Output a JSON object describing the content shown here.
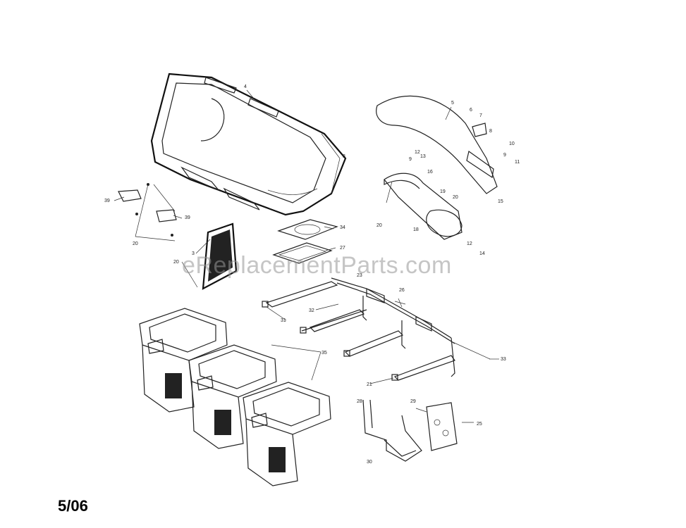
{
  "watermark": "eReplacementParts.com",
  "date_code": "5/06",
  "callouts": {
    "c1": "4",
    "c2": "3",
    "c3": "39",
    "c4": "39",
    "c5": "20",
    "c6": "3",
    "c7": "20",
    "c8": "5",
    "c9": "6",
    "c10": "7",
    "c11": "8",
    "c12": "10",
    "c13": "9",
    "c14": "11",
    "c15": "12",
    "c16": "13",
    "c17": "9",
    "c18": "16",
    "c19": "19",
    "c20": "20",
    "c21": "20",
    "c22": "15",
    "c23": "18",
    "c24": "12",
    "c25": "14",
    "c26": "34",
    "c27": "27",
    "c28": "23",
    "c29": "26",
    "c30": "32",
    "c31": "31",
    "c32": "35",
    "c33": "33",
    "c34": "21",
    "c35": "28",
    "c36": "29",
    "c37": "25",
    "c38": "30"
  }
}
